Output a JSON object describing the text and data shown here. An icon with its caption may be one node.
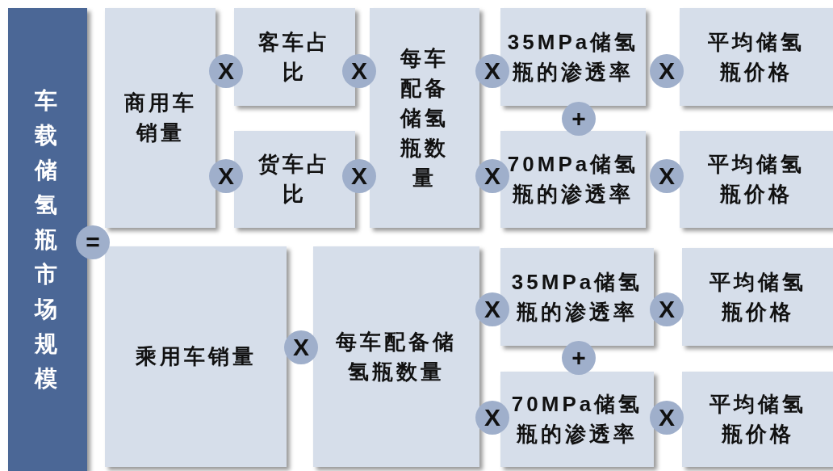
{
  "diagram": {
    "nodes": [
      {
        "text": [
          "车载储氢瓶市场规模"
        ]
      },
      {
        "text": [
          "="
        ]
      },
      {
        "text": [
          "商用车销量"
        ]
      },
      {
        "text": [
          "X"
        ]
      },
      {
        "text": [
          "X"
        ]
      },
      {
        "text": [
          "客车占比"
        ]
      },
      {
        "text": [
          "货车占比"
        ]
      },
      {
        "text": [
          "X"
        ]
      },
      {
        "text": [
          "X"
        ]
      },
      {
        "text": [
          "每车配备储氢瓶数量"
        ]
      },
      {
        "text": [
          "X"
        ]
      },
      {
        "text": [
          "X"
        ]
      },
      {
        "text": [
          "35MPa储氢瓶的渗透率"
        ]
      },
      {
        "text": [
          "+"
        ]
      },
      {
        "text": [
          "70MPa储氢瓶的渗透率"
        ]
      },
      {
        "text": [
          "X"
        ]
      },
      {
        "text": [
          "X"
        ]
      },
      {
        "text": [
          "平均储氢瓶价格"
        ]
      },
      {
        "text": [
          "平均储氢瓶价格"
        ]
      },
      {
        "text": [
          "乘用车销量"
        ]
      },
      {
        "text": [
          "X"
        ]
      },
      {
        "text": [
          "每车配备储氢瓶数量"
        ]
      },
      {
        "text": [
          "X"
        ]
      },
      {
        "text": [
          "X"
        ]
      },
      {
        "text": [
          "35MPa储氢瓶的渗透率"
        ]
      },
      {
        "text": [
          "+"
        ]
      },
      {
        "text": [
          "70MPa储氢瓶的渗透率"
        ]
      },
      {
        "text": [
          "X"
        ]
      },
      {
        "text": [
          "X"
        ]
      },
      {
        "text": [
          "平均储氢瓶价格"
        ]
      },
      {
        "text": [
          "平均储氢瓶价格"
        ]
      }
    ]
  }
}
